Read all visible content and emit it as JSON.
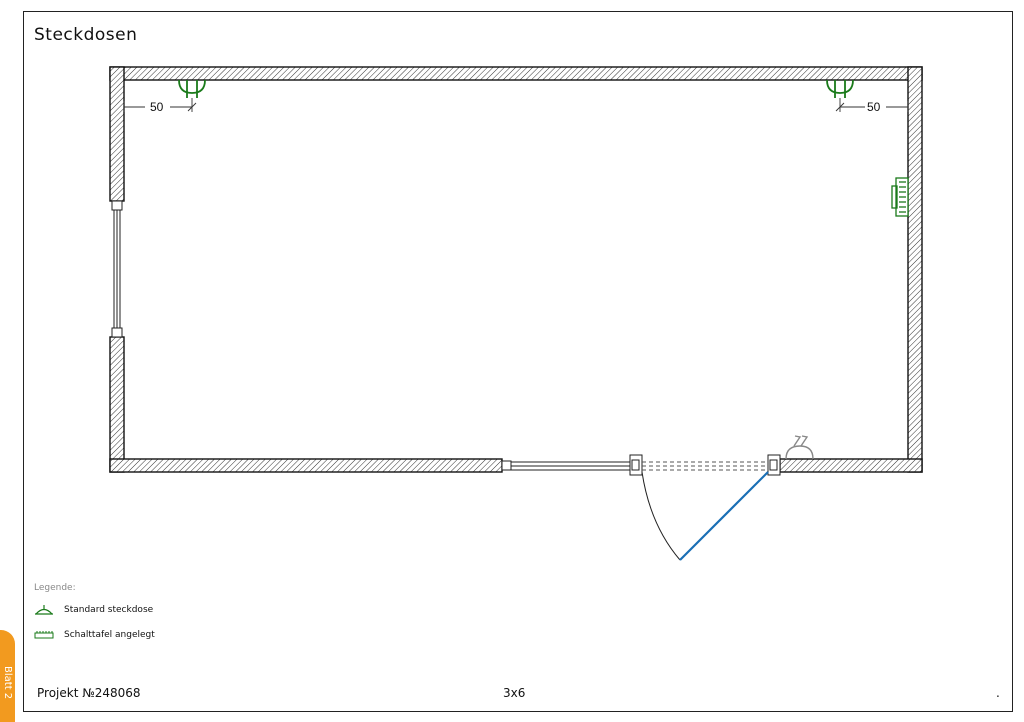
{
  "title": "Steckdosen",
  "dimensions": {
    "left_offset": "50",
    "right_offset": "50"
  },
  "legend": {
    "heading": "Legende:",
    "items": [
      {
        "label": "Standard steckdose",
        "icon": "outlet-icon"
      },
      {
        "label": "Schalttafel angelegt",
        "icon": "panel-icon"
      }
    ]
  },
  "footer": {
    "project": "Projekt №248068",
    "size": "3x6",
    "dot": "."
  },
  "sheet_tab": {
    "label": "Blatt 2"
  },
  "colors": {
    "wall": "#111111",
    "electrical": "#1a7a1a",
    "door_leaf": "#1a6fb5",
    "tab": "#f29a1f"
  }
}
